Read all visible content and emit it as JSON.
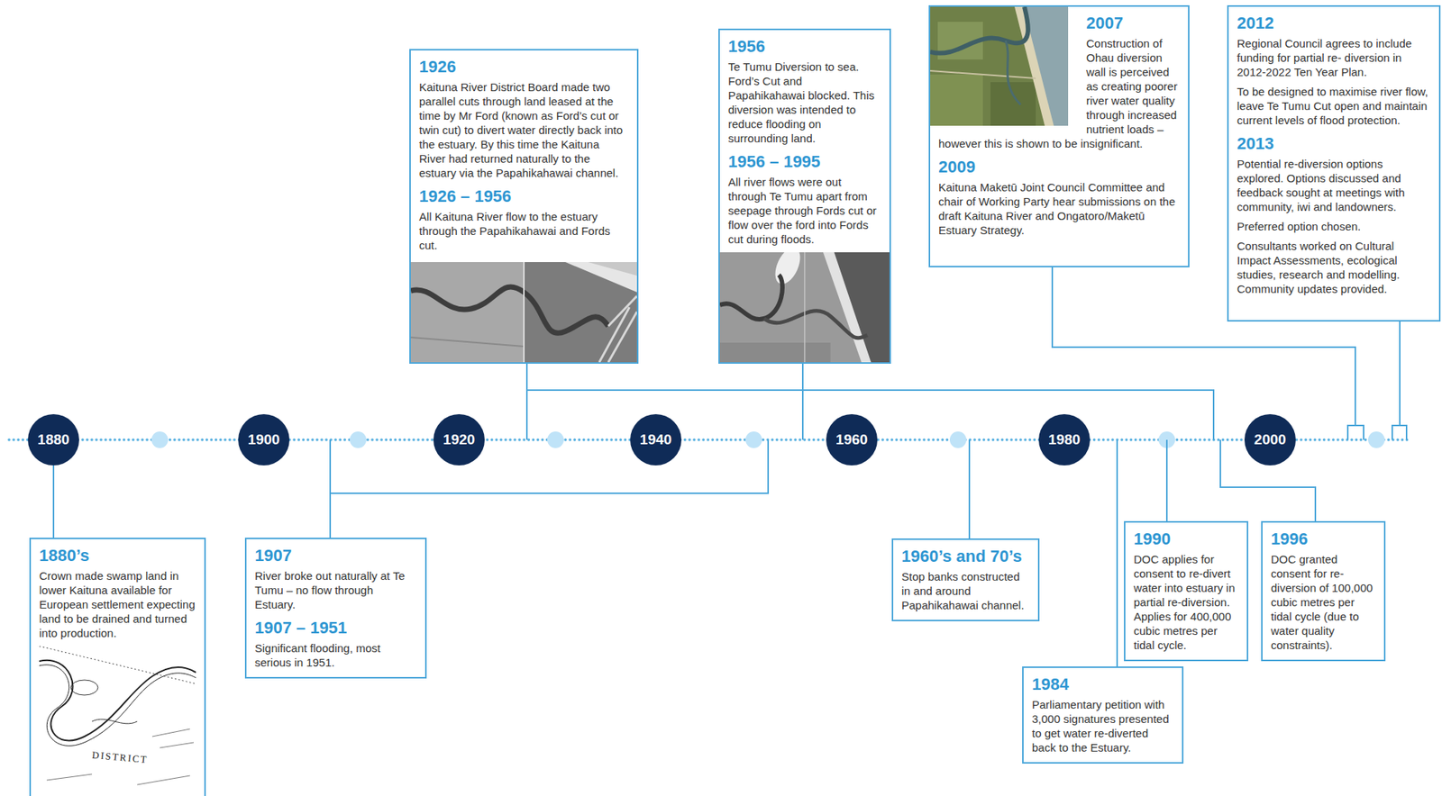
{
  "diagram": {
    "nodes": [
      {
        "text": [
          "1926",
          "Kaituna River District Board made two parallel cuts through land leased at the time by Mr Ford (known as Ford’s cut or twin cut) to divert water directly back into the estuary. By this time the Kaituna River had returned naturally to the estuary via the Papahikahawai channel.",
          "1926 – 1956",
          "All Kaituna River flow to the estuary through the Papahikahawai and Fords cut."
        ]
      },
      {
        "text": [
          "1956",
          "Te Tumu Diversion to sea. Ford’s Cut and Papahikahawai blocked. This diversion was intended to reduce flooding on surrounding land.",
          "1956 – 1995",
          "All river flows were out through Te Tumu apart from seepage through Fords cut or flow over the ford into Fords cut during floods."
        ]
      },
      {
        "text": [
          "2007",
          "Construction of Ohau diversion wall is perceived as creating poorer river water quality through increased nutrient loads – however this is shown to be insignificant.",
          "2009",
          "Kaituna Maketū Joint Council Committee and chair of Working Party hear submissions on the draft Kaituna River and Ongatoro/Maketū Estuary Strategy."
        ]
      },
      {
        "text": [
          "2012",
          "Regional Council agrees to include funding for partial re- diversion in 2012-2022 Ten Year Plan.",
          "To be designed to maximise river flow, leave Te Tumu Cut open and maintain current levels of flood protection.",
          "2013",
          "Potential re-diversion options explored. Options discussed and feedback sought at meetings with community, iwi and landowners.",
          "Preferred option chosen.",
          "Consultants worked on Cultural Impact Assessments, ecological studies, research and modelling. Community updates provided."
        ]
      },
      {
        "text": [
          "1880"
        ]
      },
      {
        "text": [
          "1900"
        ]
      },
      {
        "text": [
          "1920"
        ]
      },
      {
        "text": [
          "1940"
        ]
      },
      {
        "text": [
          "1960"
        ]
      },
      {
        "text": [
          "1980"
        ]
      },
      {
        "text": [
          "2000"
        ]
      },
      {
        "text": [
          "1880’s",
          "Crown made swamp land in lower Kaituna available for European settlement expecting land to be drained and turned into production."
        ]
      },
      {
        "text": [
          "1907",
          "River broke out naturally at Te Tumu – no flow through Estuary.",
          "1907 – 1951",
          "Significant flooding, most serious in 1951."
        ]
      },
      {
        "text": [
          "1960’s and 70’s",
          "Stop banks constructed in and around Papahikahawai channel."
        ]
      },
      {
        "text": [
          "1984",
          "Parliamentary petition with 3,000 signatures presented to get water re-diverted back to the Estuary."
        ]
      },
      {
        "text": [
          "1990",
          "DOC applies for consent to re-divert water into estuary in partial re-diversion. Applies for 400,000 cubic metres per tidal cycle."
        ]
      },
      {
        "text": [
          "1996",
          "DOC granted consent for re-diversion of 100,000 cubic metres per tidal cycle (due to water quality constraints)."
        ]
      }
    ],
    "labels": [
      "DISTRICT"
    ]
  }
}
